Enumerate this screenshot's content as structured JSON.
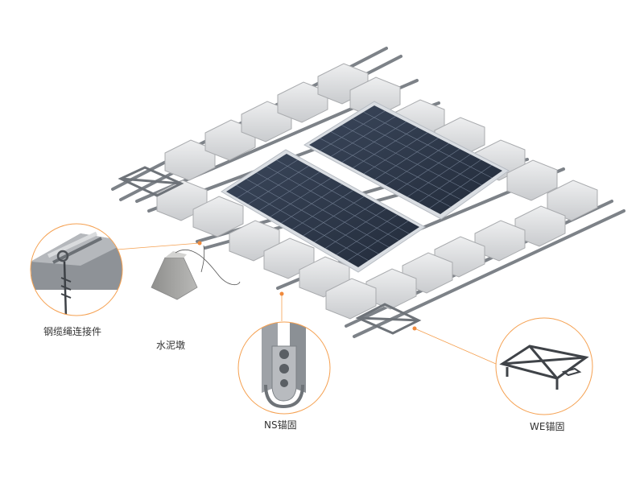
{
  "labels": {
    "steel_cable_connector": "钢缆绳连接件",
    "cement_pier": "水泥墩",
    "ns_anchor": "NS锚固",
    "we_anchor": "WE锚固"
  },
  "colors": {
    "accent": "#f08a3c",
    "callout_border": "#f5a050",
    "panel": "#2f3a4c",
    "panel_grid": "#7f8ca0",
    "panel_frame": "#d9dde2",
    "float": "#e1e2e4",
    "float_shadow": "#b8babd",
    "rail": "#7d8288",
    "concrete": "#a9a9a7"
  },
  "icons": [
    "steel-cable-connector-detail",
    "cement-pier-block",
    "ns-anchor-detail",
    "we-anchor-frame-detail"
  ]
}
